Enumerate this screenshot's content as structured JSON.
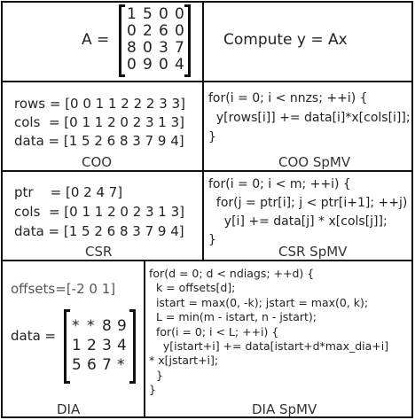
{
  "header": {
    "a_label": "A =",
    "matrix": [
      [
        "1",
        "5",
        "0",
        "0"
      ],
      [
        "0",
        "2",
        "6",
        "0"
      ],
      [
        "8",
        "0",
        "3",
        "7"
      ],
      [
        "0",
        "9",
        "0",
        "4"
      ]
    ],
    "compute_label": "Compute y = Ax"
  },
  "coo": {
    "rows_line": "rows = [0 0 1 1 2 2 2 3 3]",
    "cols_line": "cols  = [0 1 1 2 0 2 3 1 3]",
    "data_line": "data = [1 5 2 6 8 3 7 9 4]",
    "caption": "COO"
  },
  "coo_spmv": {
    "lines": [
      "for(i = 0; i < nnzs; ++i) {",
      "  y[rows[i]] += data[i]*x[cols[i]];",
      "}"
    ],
    "caption": "COO SpMV"
  },
  "csr": {
    "ptr_line": "ptr    = [0 2 4 7]",
    "cols_line": "cols  = [0 1 1 2 0 2 3 1 3]",
    "data_line": "data = [1 5 2 6 8 3 7 9 4]",
    "caption": "CSR"
  },
  "csr_spmv": {
    "lines": [
      "for(i = 0; i < m; ++i) {",
      "  for(j = ptr[i]; j < ptr[i+1]; ++j)",
      "    y[i] += data[j] * x[cols[j]];",
      "}"
    ],
    "caption": "CSR SpMV"
  },
  "dia": {
    "offsets_line": "offsets=[-2 0 1]",
    "data_label": "data =",
    "matrix": [
      [
        "*",
        "*",
        "8",
        "9"
      ],
      [
        "1",
        "2",
        "3",
        "4"
      ],
      [
        "5",
        "6",
        "7",
        "*"
      ]
    ],
    "caption": "DIA"
  },
  "dia_spmv": {
    "lines": [
      "for(d = 0; d < ndiags; ++d) {",
      "  k = offsets[d];",
      "  istart = max(0, -k); jstart = max(0, k);",
      "  L = min(m - istart, n - jstart);",
      "  for(i = 0; i < L; ++i) {",
      "    y[istart+i] += data[istart+d*max_dia+i]",
      "* x[jstart+i];",
      "  }",
      "}"
    ],
    "caption": "DIA SpMV"
  }
}
